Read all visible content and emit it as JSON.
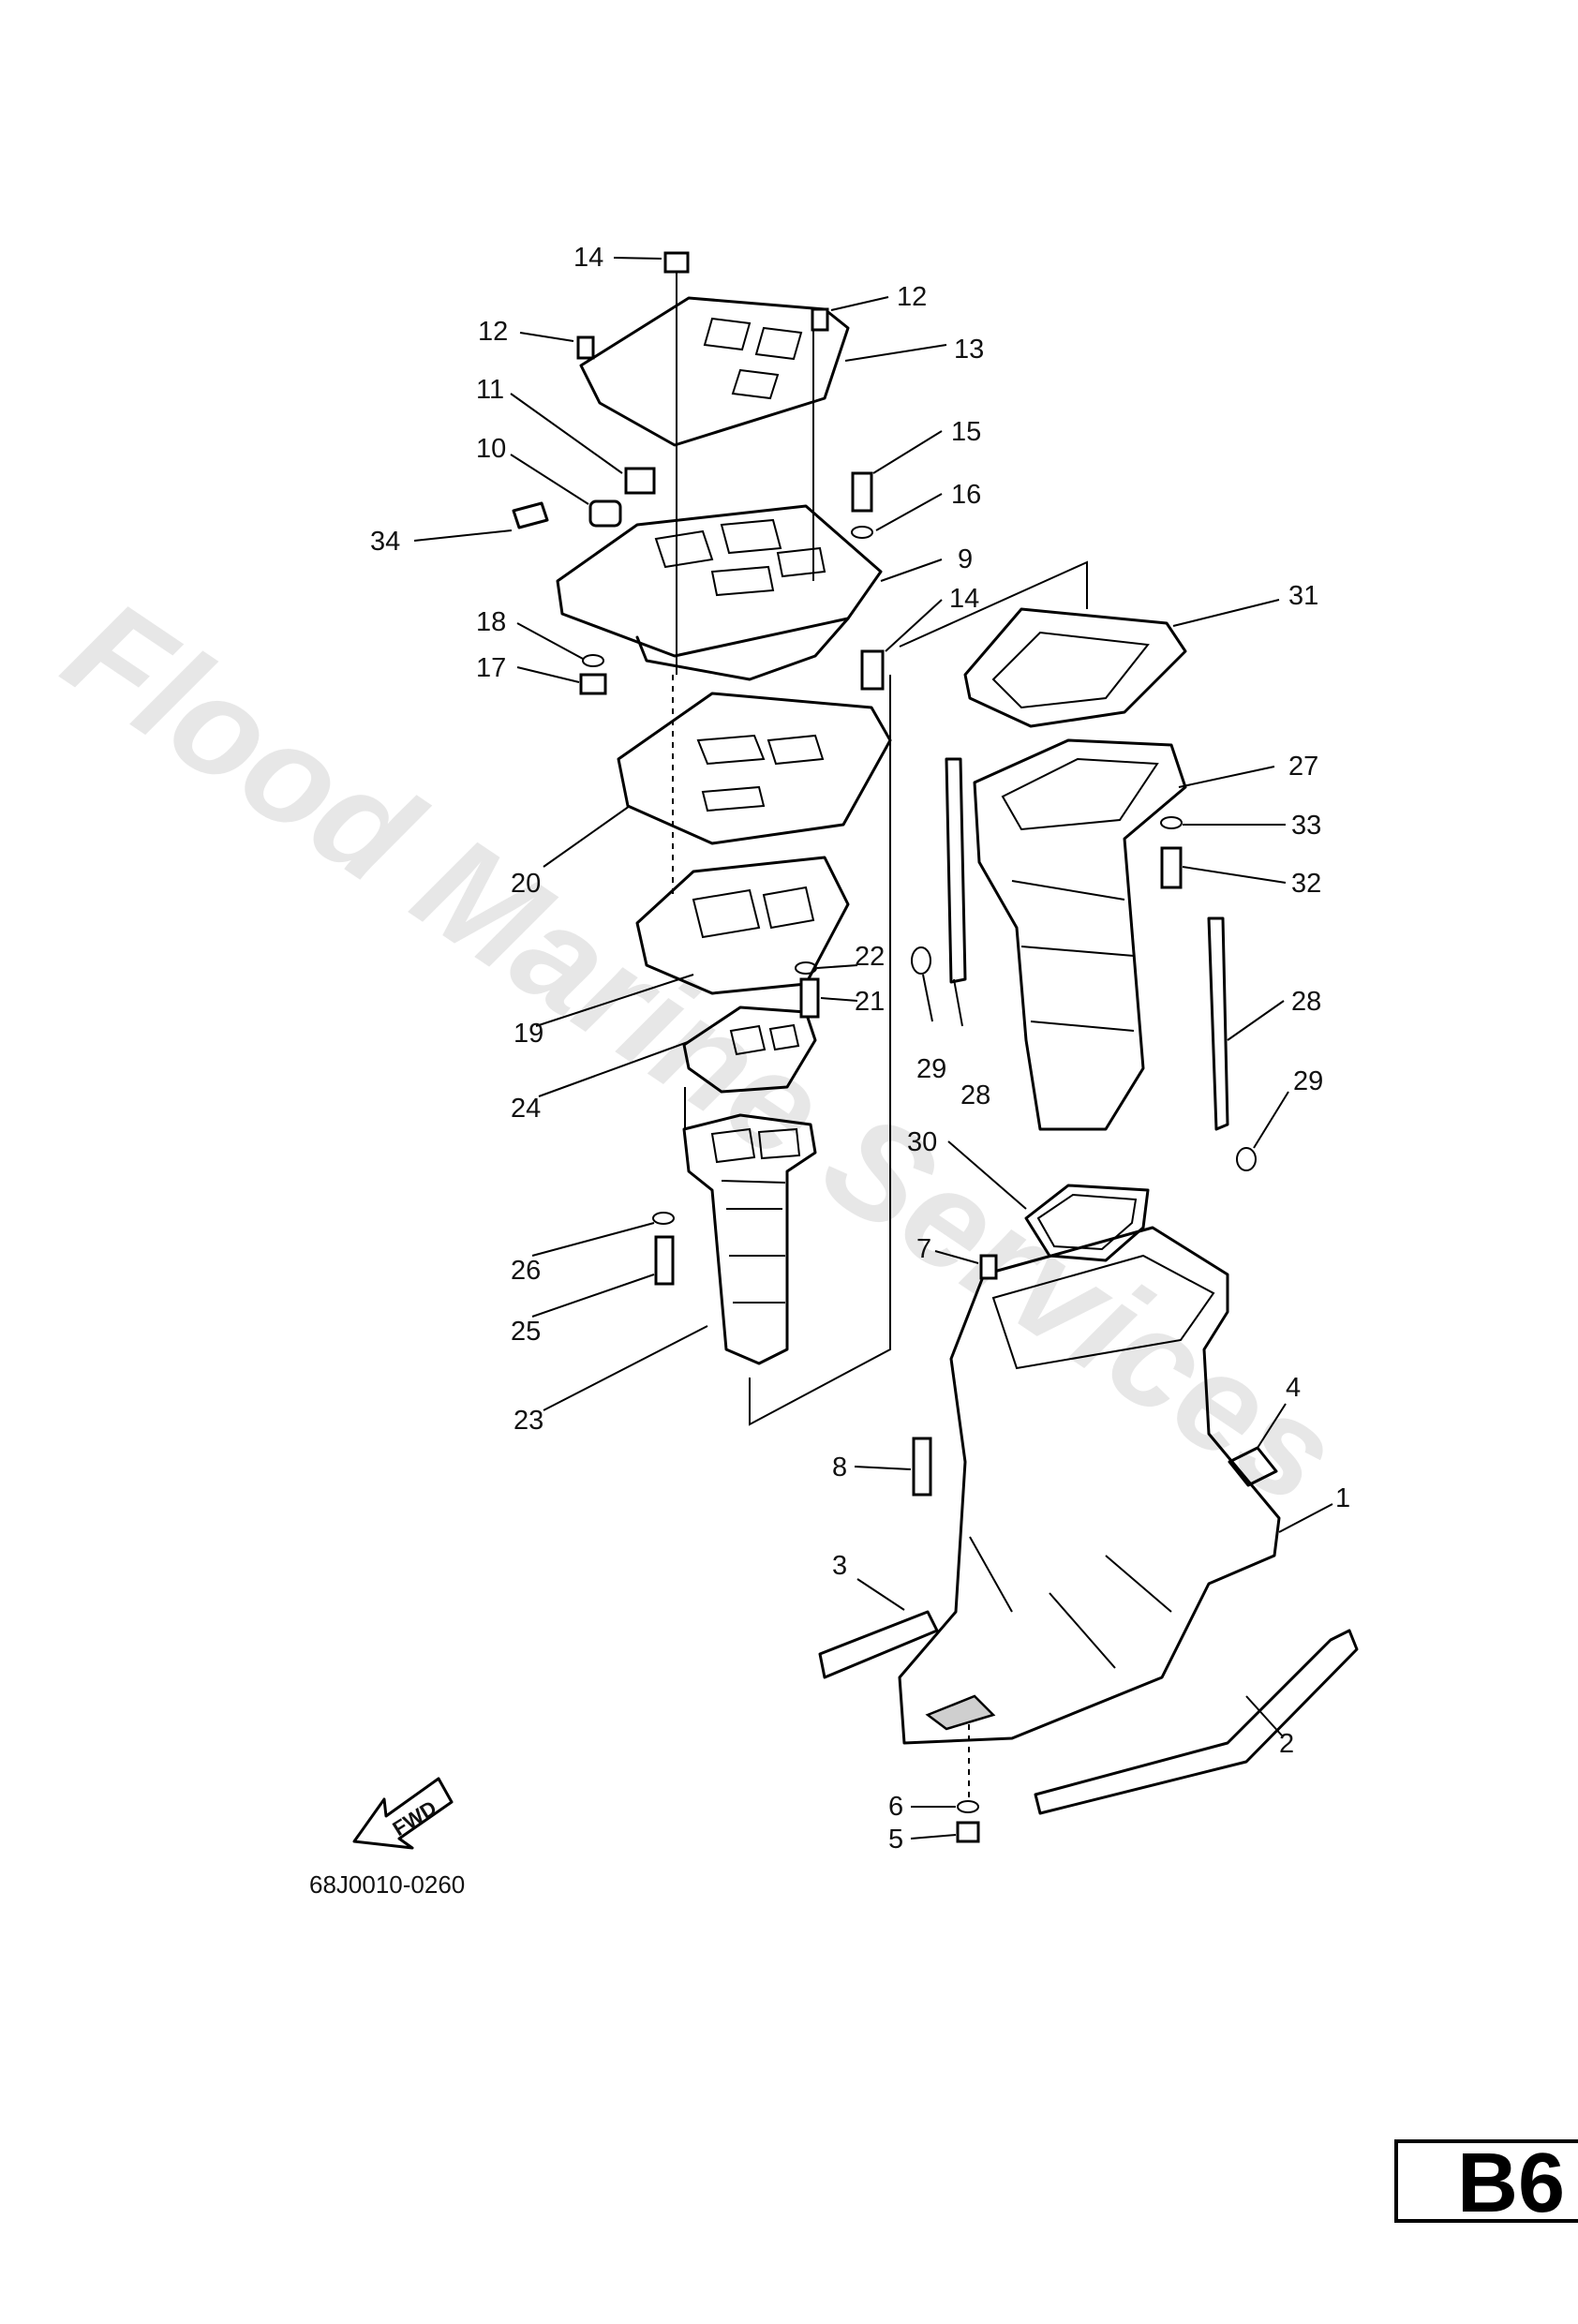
{
  "diagram": {
    "drawing_code": "68J0010-0260",
    "page_label": "B6",
    "fwd_label": "FWD",
    "watermark": "Flood Marine Services",
    "callouts": [
      "1",
      "2",
      "3",
      "4",
      "5",
      "6",
      "7",
      "8",
      "9",
      "10",
      "11",
      "12",
      "12",
      "13",
      "14",
      "14",
      "15",
      "16",
      "17",
      "18",
      "19",
      "20",
      "21",
      "22",
      "23",
      "24",
      "25",
      "26",
      "27",
      "28",
      "28",
      "29",
      "29",
      "30",
      "31",
      "32",
      "33",
      "34"
    ]
  }
}
